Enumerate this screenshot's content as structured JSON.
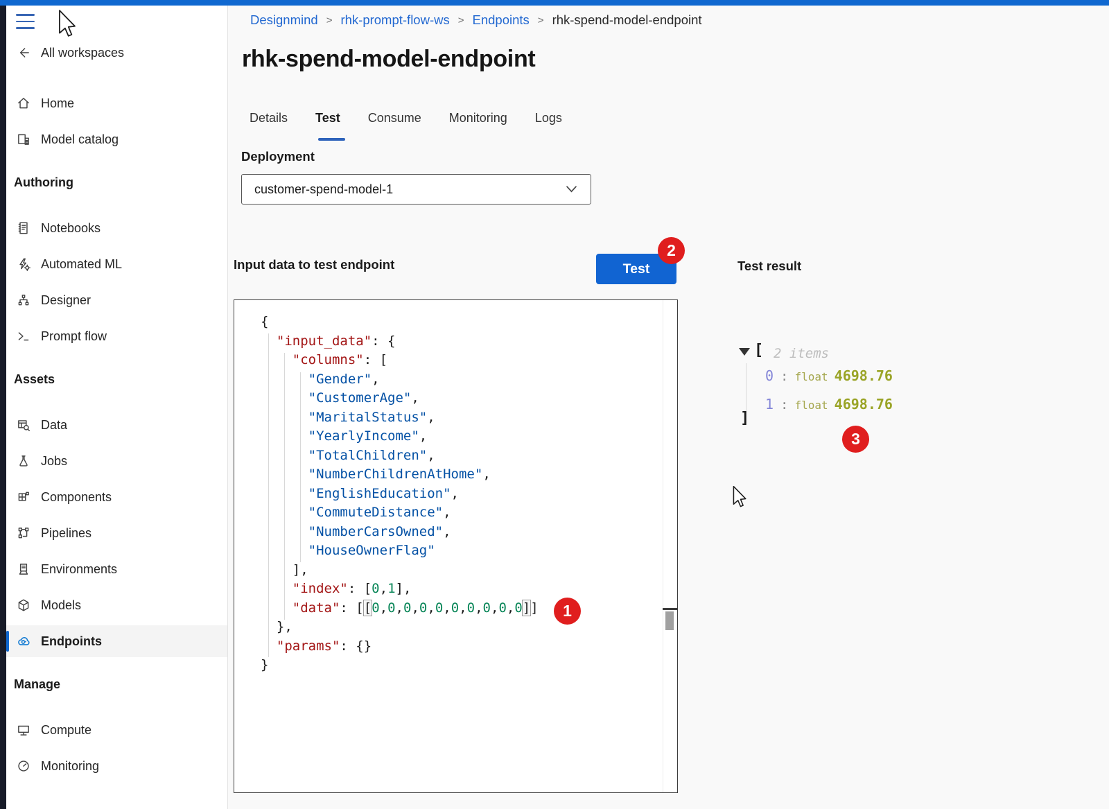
{
  "sidebar": {
    "back_label": "All workspaces",
    "section_authoring": "Authoring",
    "section_assets": "Assets",
    "section_manage": "Manage",
    "items": [
      {
        "icon": "home-icon",
        "label": "Home"
      },
      {
        "icon": "model-catalog-icon",
        "label": "Model catalog"
      },
      {
        "icon": "notebooks-icon",
        "label": "Notebooks"
      },
      {
        "icon": "automated-ml-icon",
        "label": "Automated ML"
      },
      {
        "icon": "designer-icon",
        "label": "Designer"
      },
      {
        "icon": "prompt-flow-icon",
        "label": "Prompt flow"
      },
      {
        "icon": "data-icon",
        "label": "Data"
      },
      {
        "icon": "jobs-icon",
        "label": "Jobs"
      },
      {
        "icon": "components-icon",
        "label": "Components"
      },
      {
        "icon": "pipelines-icon",
        "label": "Pipelines"
      },
      {
        "icon": "environments-icon",
        "label": "Environments"
      },
      {
        "icon": "models-icon",
        "label": "Models"
      },
      {
        "icon": "endpoints-icon",
        "label": "Endpoints",
        "selected": true
      },
      {
        "icon": "compute-icon",
        "label": "Compute"
      },
      {
        "icon": "monitoring-icon",
        "label": "Monitoring"
      }
    ]
  },
  "breadcrumb": {
    "separator": ">",
    "items": [
      "Designmind",
      "rhk-prompt-flow-ws",
      "Endpoints",
      "rhk-spend-model-endpoint"
    ]
  },
  "header": {
    "title": "rhk-spend-model-endpoint"
  },
  "tabs": {
    "labels": [
      "Details",
      "Test",
      "Consume",
      "Monitoring",
      "Logs"
    ],
    "active": "Test"
  },
  "deployment": {
    "label": "Deployment",
    "value": "customer-spend-model-1"
  },
  "test_panel": {
    "input_label": "Input data to test endpoint",
    "test_button": "Test",
    "result_label": "Test result"
  },
  "editor": {
    "lines": [
      [
        {
          "c": "p",
          "t": "{"
        }
      ],
      [
        {
          "c": "p",
          "t": "  "
        },
        {
          "c": "k",
          "t": "\"input_data\""
        },
        {
          "c": "p",
          "t": ": {"
        }
      ],
      [
        {
          "c": "p",
          "t": "    "
        },
        {
          "c": "k",
          "t": "\"columns\""
        },
        {
          "c": "p",
          "t": ": ["
        }
      ],
      [
        {
          "c": "p",
          "t": "      "
        },
        {
          "c": "s",
          "t": "\"Gender\""
        },
        {
          "c": "p",
          "t": ","
        }
      ],
      [
        {
          "c": "p",
          "t": "      "
        },
        {
          "c": "s",
          "t": "\"CustomerAge\""
        },
        {
          "c": "p",
          "t": ","
        }
      ],
      [
        {
          "c": "p",
          "t": "      "
        },
        {
          "c": "s",
          "t": "\"MaritalStatus\""
        },
        {
          "c": "p",
          "t": ","
        }
      ],
      [
        {
          "c": "p",
          "t": "      "
        },
        {
          "c": "s",
          "t": "\"YearlyIncome\""
        },
        {
          "c": "p",
          "t": ","
        }
      ],
      [
        {
          "c": "p",
          "t": "      "
        },
        {
          "c": "s",
          "t": "\"TotalChildren\""
        },
        {
          "c": "p",
          "t": ","
        }
      ],
      [
        {
          "c": "p",
          "t": "      "
        },
        {
          "c": "s",
          "t": "\"NumberChildrenAtHome\""
        },
        {
          "c": "p",
          "t": ","
        }
      ],
      [
        {
          "c": "p",
          "t": "      "
        },
        {
          "c": "s",
          "t": "\"EnglishEducation\""
        },
        {
          "c": "p",
          "t": ","
        }
      ],
      [
        {
          "c": "p",
          "t": "      "
        },
        {
          "c": "s",
          "t": "\"CommuteDistance\""
        },
        {
          "c": "p",
          "t": ","
        }
      ],
      [
        {
          "c": "p",
          "t": "      "
        },
        {
          "c": "s",
          "t": "\"NumberCarsOwned\""
        },
        {
          "c": "p",
          "t": ","
        }
      ],
      [
        {
          "c": "p",
          "t": "      "
        },
        {
          "c": "s",
          "t": "\"HouseOwnerFlag\""
        }
      ],
      [
        {
          "c": "p",
          "t": "    ],"
        }
      ],
      [
        {
          "c": "p",
          "t": "    "
        },
        {
          "c": "k",
          "t": "\"index\""
        },
        {
          "c": "p",
          "t": ": ["
        },
        {
          "c": "n",
          "t": "0"
        },
        {
          "c": "p",
          "t": ","
        },
        {
          "c": "n",
          "t": "1"
        },
        {
          "c": "p",
          "t": "],"
        }
      ],
      [
        {
          "c": "p",
          "t": "    "
        },
        {
          "c": "k",
          "t": "\"data\""
        },
        {
          "c": "p",
          "t": ": ["
        },
        {
          "c": "b",
          "t": "["
        },
        {
          "c": "n",
          "t": "0"
        },
        {
          "c": "p",
          "t": ","
        },
        {
          "c": "n",
          "t": "0"
        },
        {
          "c": "p",
          "t": ","
        },
        {
          "c": "n",
          "t": "0"
        },
        {
          "c": "p",
          "t": ","
        },
        {
          "c": "n",
          "t": "0"
        },
        {
          "c": "p",
          "t": ","
        },
        {
          "c": "n",
          "t": "0"
        },
        {
          "c": "p",
          "t": ","
        },
        {
          "c": "n",
          "t": "0"
        },
        {
          "c": "p",
          "t": ","
        },
        {
          "c": "n",
          "t": "0"
        },
        {
          "c": "p",
          "t": ","
        },
        {
          "c": "n",
          "t": "0"
        },
        {
          "c": "p",
          "t": ","
        },
        {
          "c": "n",
          "t": "0"
        },
        {
          "c": "p",
          "t": ","
        },
        {
          "c": "n",
          "t": "0"
        },
        {
          "c": "b",
          "t": "]"
        },
        {
          "c": "p",
          "t": "]"
        }
      ],
      [
        {
          "c": "p",
          "t": "  },"
        }
      ],
      [
        {
          "c": "p",
          "t": "  "
        },
        {
          "c": "k",
          "t": "\"params\""
        },
        {
          "c": "p",
          "t": ": {}"
        }
      ],
      [
        {
          "c": "p",
          "t": "}"
        }
      ]
    ]
  },
  "result": {
    "items_count": "2 items",
    "open_bracket": "[",
    "close_bracket": "]",
    "rows": [
      {
        "index": "0",
        "sep": ":",
        "type": "float",
        "value": "4698.76"
      },
      {
        "index": "1",
        "sep": ":",
        "type": "float",
        "value": "4698.76"
      }
    ]
  },
  "annotations": {
    "badge1": "1",
    "badge2": "2",
    "badge3": "3"
  },
  "colors": {
    "accent_blue": "#1068d0",
    "badge_red": "#e01e1e",
    "link_blue": "#2268d1",
    "key_red": "#a31515",
    "string_blue": "#0451a5",
    "number_green": "#098658",
    "value_olive": "#9aa427",
    "index_purple": "#8486d8"
  }
}
